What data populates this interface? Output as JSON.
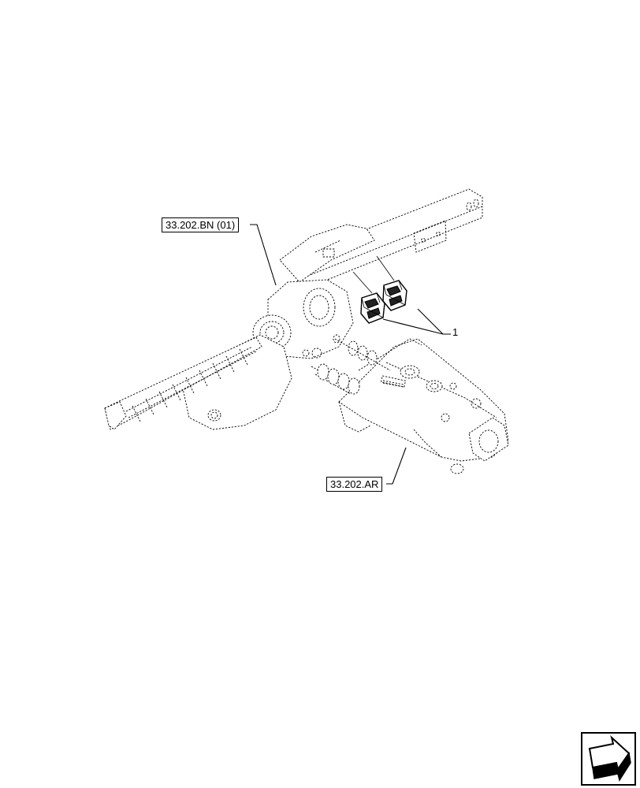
{
  "callouts": {
    "ref_1": "33.202.BN (01)",
    "ref_2": "33.202.AR",
    "item_1": "1"
  },
  "nav_icon": {
    "name": "next-page-arrow-icon"
  }
}
